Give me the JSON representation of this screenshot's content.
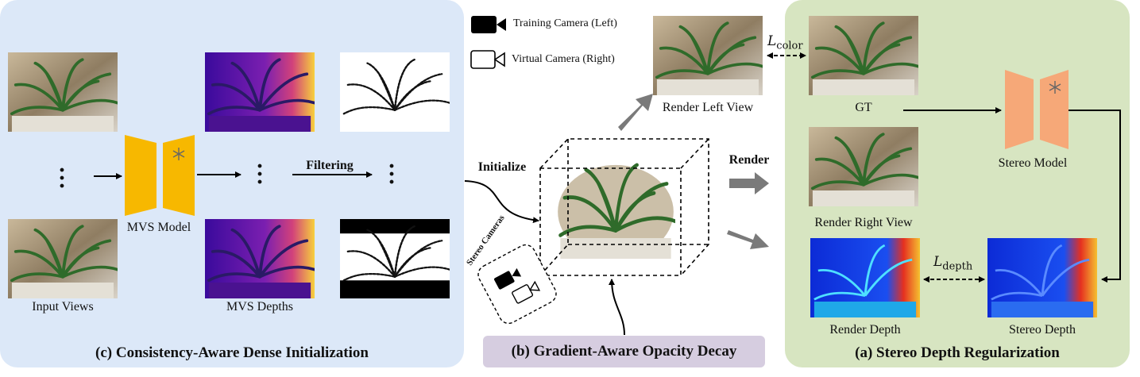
{
  "panels": {
    "c_title": "(c) Consistency-Aware Dense Initialization",
    "b_title": "(b) Gradient-Aware Opacity Decay",
    "a_title": "(a) Stereo Depth Regularization"
  },
  "labels": {
    "input_views": "Input Views",
    "mvs_model": "MVS Model",
    "mvs_depths": "MVS Depths",
    "filtering": "Filtering",
    "initialize": "Initialize",
    "render": "Render",
    "render_left_view": "Render Left View",
    "gt": "GT",
    "stereo_model": "Stereo Model",
    "render_right_view": "Render Right View",
    "render_depth": "Render Depth",
    "stereo_depth": "Stereo Depth",
    "stereo_cameras": "Stereo Cameras"
  },
  "legend": {
    "training_camera": "Training Camera (Left)",
    "virtual_camera": "Virtual Camera (Right)"
  },
  "losses": {
    "color_base": "L",
    "color_sub": "color",
    "depth_base": "L",
    "depth_sub": "depth"
  },
  "colors": {
    "panel_c": "#dce8f8",
    "panel_b": "#d6cde0",
    "panel_a": "#d7e5c1",
    "mvs_model": "#f7b800",
    "stereo_model": "#f6a878",
    "arrow_gray": "#7a7a7a"
  }
}
